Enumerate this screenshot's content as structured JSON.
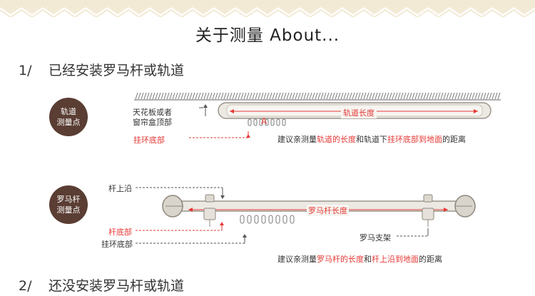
{
  "header": {
    "title": "关于测量   About..."
  },
  "section1": {
    "number": "1/",
    "heading": "已经安装罗马杆或轨道",
    "badge": [
      "轨道",
      "测量点"
    ],
    "ceiling_label": [
      "天花板或者",
      "窗帘盒顶部"
    ],
    "ring_bottom_label": "挂环底部",
    "track_length_label": "轨道长度",
    "marker_a": "A",
    "note_parts": [
      "建议亲测量",
      "轨道的长度",
      "和轨道下",
      "挂环底部到地面",
      "的距离"
    ]
  },
  "section2": {
    "number": "2/",
    "heading": "还没安装罗马杆或轨道",
    "badge": [
      "罗马杆",
      "测量点"
    ],
    "rod_top_label": "杆上沿",
    "rod_bottom_label": "杆底部",
    "ring_bottom_label": "挂环底部",
    "rod_length_label": "罗马杆长度",
    "bracket_label": "罗马支架",
    "note_parts": [
      "建议亲测量",
      "罗马杆的长度",
      "和",
      "杆上沿到地面",
      "的距离"
    ]
  },
  "colors": {
    "accent": "#e53935",
    "badge": "#5a3d33",
    "zigzag": "#f3ead6"
  }
}
